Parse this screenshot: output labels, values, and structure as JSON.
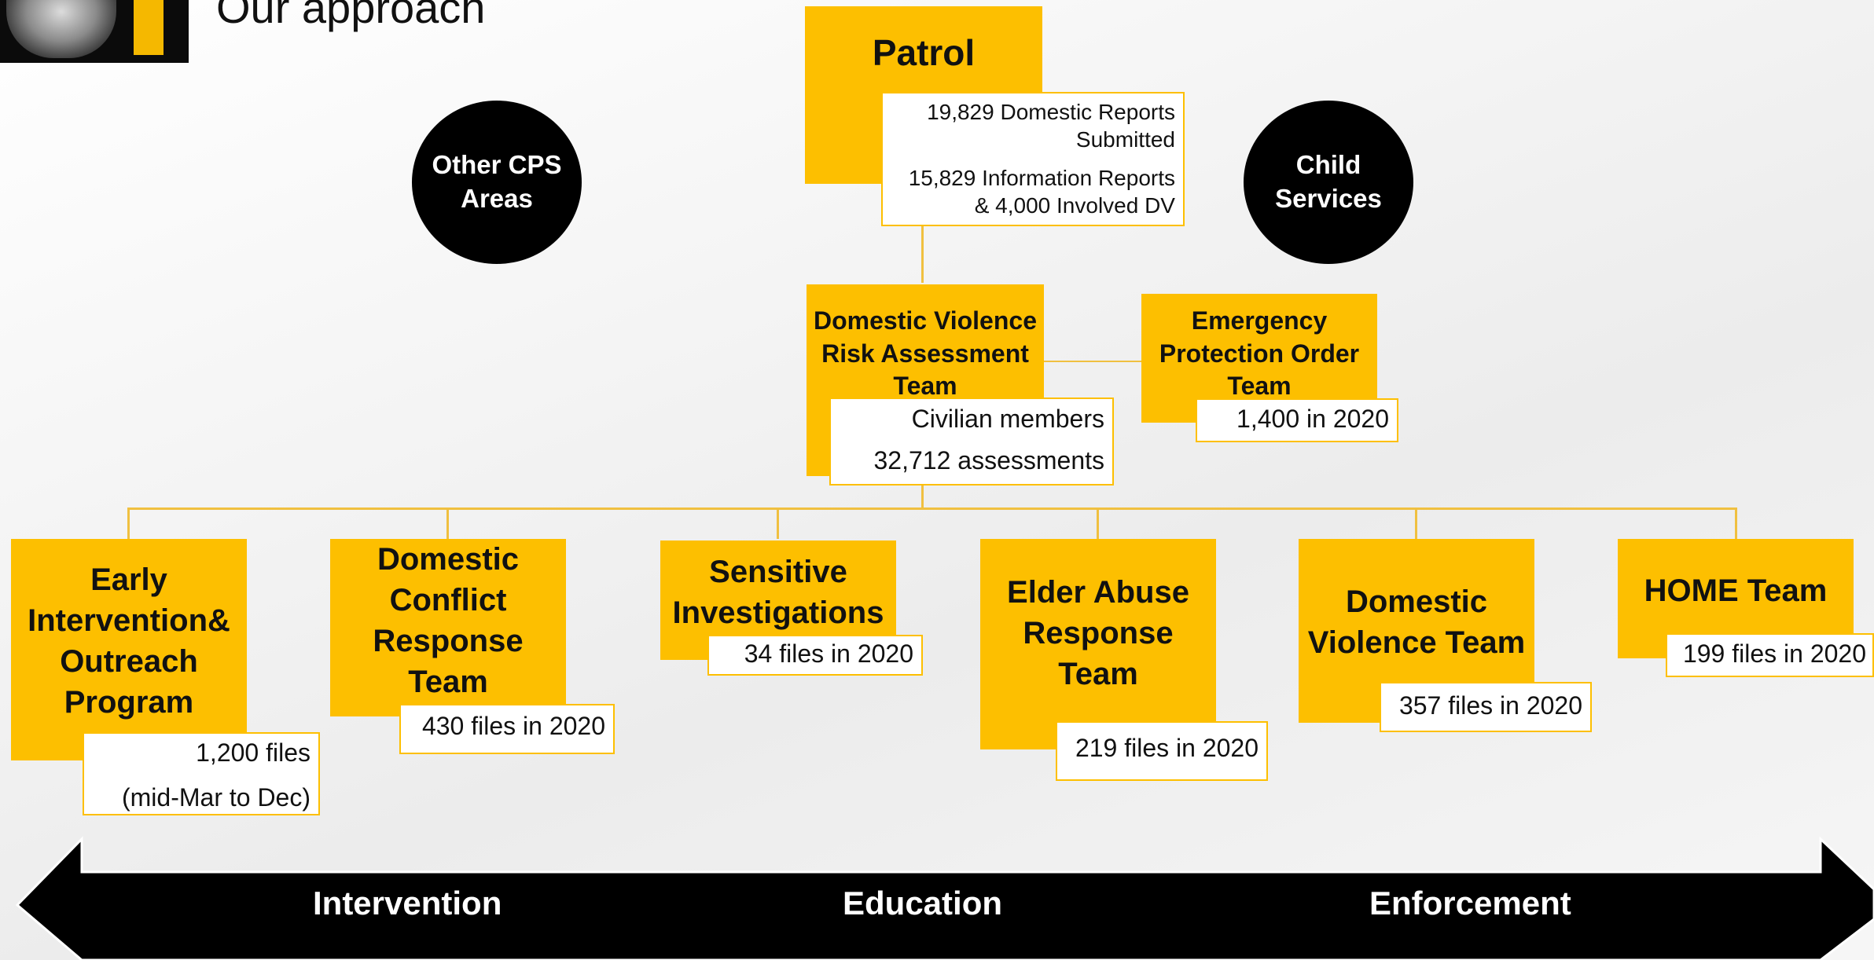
{
  "title": "Our approach",
  "circles": {
    "left": "Other CPS Areas",
    "right": "Child Services"
  },
  "patrol": {
    "title": "Patrol",
    "stat1": "19,829 Domestic Reports Submitted",
    "stat2": "15,829 Information Reports & 4,000 Involved DV"
  },
  "dvrat": {
    "title": "Domestic Violence Risk Assessment Team",
    "stat1": "Civilian members",
    "stat2": "32,712 assessments"
  },
  "epo": {
    "title": "Emergency Protection Order Team",
    "stat": "1,400 in 2020"
  },
  "teams": [
    {
      "title": "Early Intervention& Outreach Program",
      "stat1": "1,200 files",
      "stat2": "(mid-Mar to Dec)"
    },
    {
      "title": "Domestic Conflict Response Team",
      "stat1": "430 files in 2020"
    },
    {
      "title": "Sensitive Investigations",
      "stat1": "34 files in 2020"
    },
    {
      "title": "Elder Abuse Response Team",
      "stat1": "219 files in 2020"
    },
    {
      "title": "Domestic Violence Team",
      "stat1": "357 files in 2020"
    },
    {
      "title": "HOME Team",
      "stat1": "199 files in 2020"
    }
  ],
  "arrow": {
    "left": "Intervention",
    "center": "Education",
    "right": "Enforcement"
  },
  "colors": {
    "accent": "#fdbf00",
    "dark": "#000000"
  }
}
